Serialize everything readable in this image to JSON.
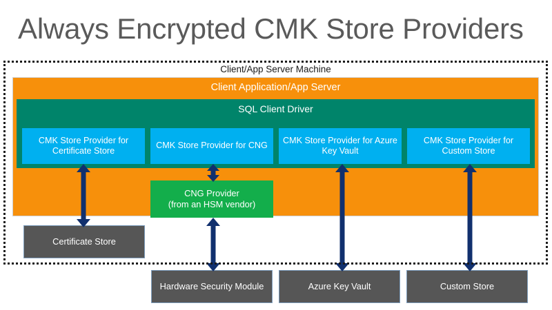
{
  "title": "Always Encrypted CMK Store Providers",
  "boundary": {
    "label": "Client/App Server Machine"
  },
  "layers": {
    "client_app": "Client Application/App Server",
    "sql_driver": "SQL Client Driver"
  },
  "cmk_providers": [
    {
      "label": "CMK Store Provider for Certificate Store"
    },
    {
      "label": "CMK Store Provider for CNG"
    },
    {
      "label": "CMK Store Provider for Azure Key Vault"
    },
    {
      "label": "CMK Store Provider for Custom Store"
    }
  ],
  "cng_provider": {
    "line1": "CNG Provider",
    "line2": "(from an HSM vendor)"
  },
  "stores": [
    {
      "label": "Certificate Store"
    },
    {
      "label": "Hardware Security Module"
    },
    {
      "label": "Azure Key Vault"
    },
    {
      "label": "Custom Store"
    }
  ],
  "colors": {
    "title_text": "#5a5a5a",
    "client_app_orange": "#F7900B",
    "sql_driver_teal": "#00846A",
    "cmk_provider_blue": "#00B0F0",
    "cng_provider_green": "#13AE4B",
    "store_gray": "#565656",
    "arrow_navy": "#11306E",
    "boundary_dotted": "#1a1a1a"
  }
}
